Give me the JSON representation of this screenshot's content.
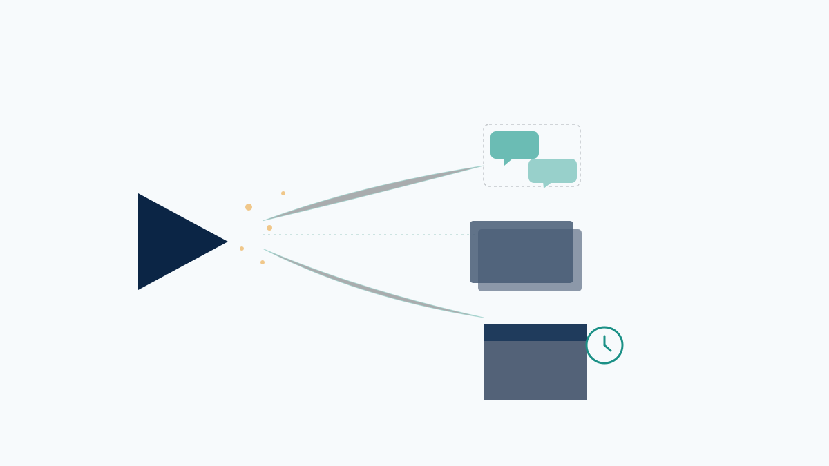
{
  "colors": {
    "background": "#f7fafc",
    "play_triangle": "#0b2545",
    "sparkle": "#f0c78a",
    "beam": "#a9acae",
    "beam_edge": "#a8d5d0",
    "dotted_link": "#bfdcd9",
    "chat_dashed_border": "#c4c8cc",
    "chat_bubble_primary": "#6bbcb4",
    "chat_bubble_secondary": "#98d0cb",
    "card_back": "#8c98a9",
    "card_front": "#465a74",
    "window_header": "#1f3b5c",
    "window_body": "#536278",
    "clock": "#1b9086"
  },
  "icons": [
    "play-icon",
    "speech-bubbles-icon",
    "stacked-cards-icon",
    "browser-window-icon",
    "clock-icon"
  ],
  "targets": [
    "chat-group",
    "card-stack",
    "scheduled-window"
  ]
}
